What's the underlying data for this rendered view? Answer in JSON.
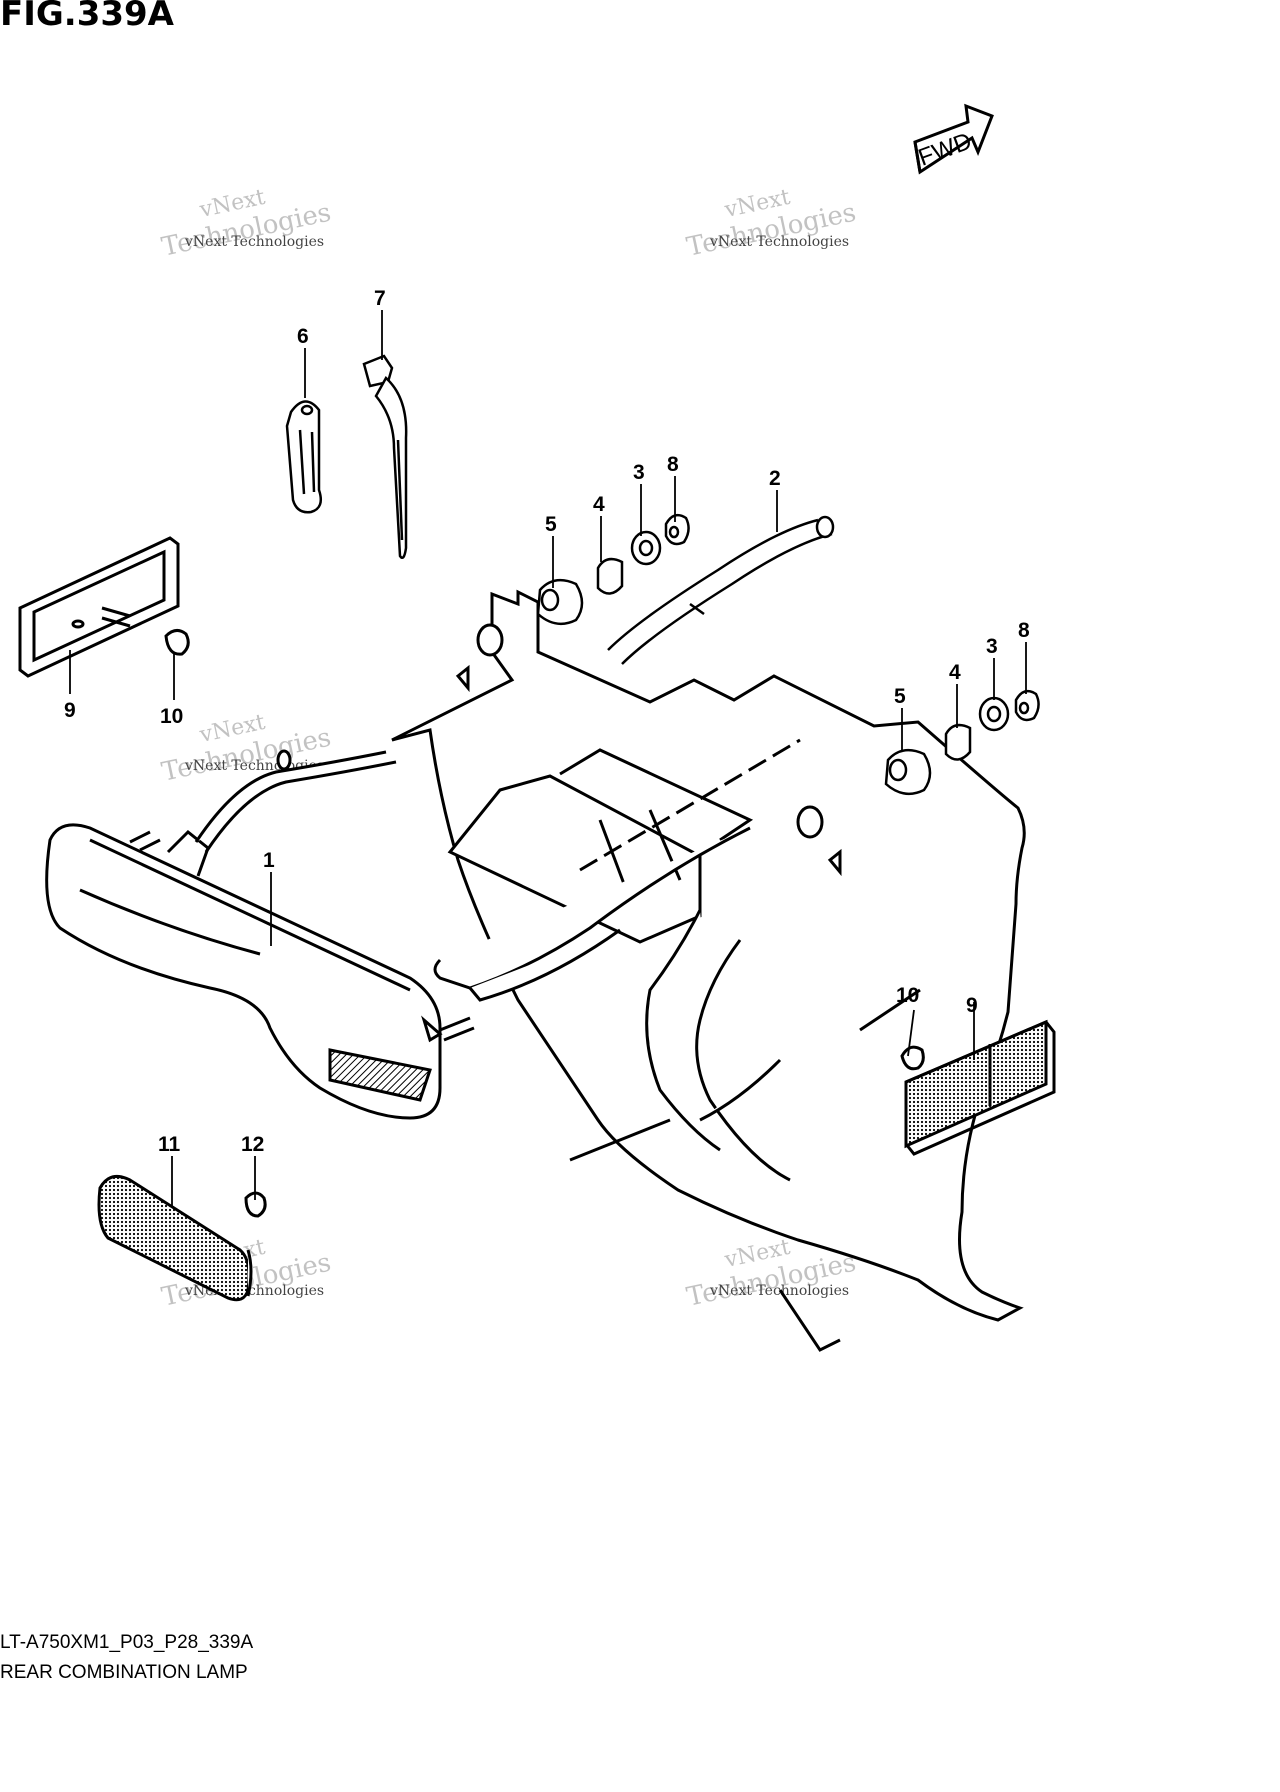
{
  "figure": {
    "title": "FIG.339A",
    "code": "LT-A750XM1_P03_P28_339A",
    "caption": "REAR COMBINATION LAMP"
  },
  "fwd_label": "FWD",
  "watermark": {
    "small": "vNext Technologies",
    "large_a": "vNext",
    "large_b": "Technologies"
  },
  "callouts": [
    "1",
    "2",
    "3",
    "3",
    "4",
    "4",
    "5",
    "5",
    "6",
    "7",
    "8",
    "8",
    "9",
    "9",
    "10",
    "10",
    "11",
    "12"
  ]
}
